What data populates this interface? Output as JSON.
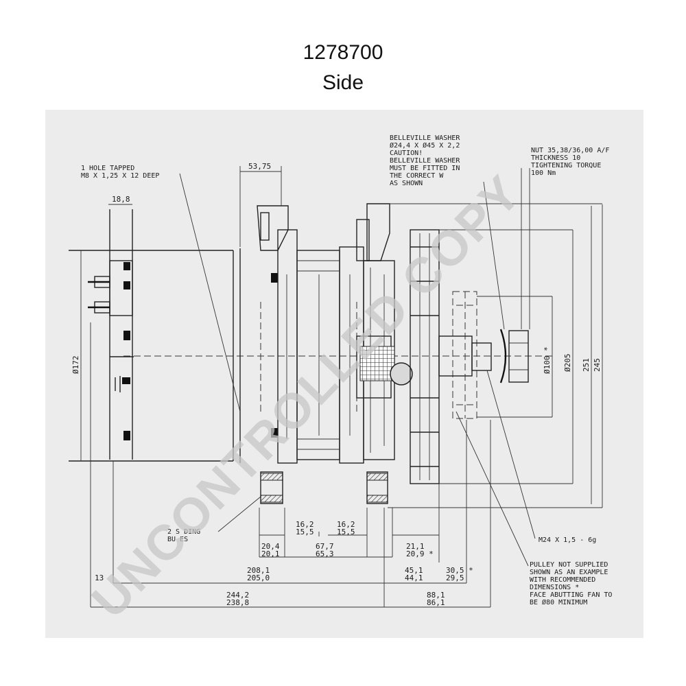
{
  "header": {
    "part_number": "1278700",
    "view": "Side"
  },
  "watermark": "UNCONTROLLED COPY",
  "callouts": {
    "hole_tapped_1": "1 HOLE TAPPED",
    "hole_tapped_2": "M8 X 1,25 X 12 DEEP",
    "washer_1": "BELLEVILLE WASHER",
    "washer_2": "Ø24,4 X Ø45 X 2,2",
    "washer_3": "CAUTION!",
    "washer_4": "BELLEVILLE WASHER",
    "washer_5": "MUST BE FITTED IN",
    "washer_6": "THE CORRECT W",
    "washer_7": "AS SHOWN",
    "nut_1": "NUT 35,38/36,00 A/F",
    "nut_2": "THICKNESS 10",
    "nut_3": "TIGHTENING TORQUE",
    "nut_4": "100 Nm",
    "bushes_1": "2 S  DING",
    "bushes_2": "BU  ES",
    "thread": "M24 X 1,5 - 6g",
    "pulley_1": "PULLEY NOT SUPPLIED",
    "pulley_2": "SHOWN AS AN EXAMPLE",
    "pulley_3": "WITH RECOMMENDED",
    "pulley_4": "DIMENSIONS *",
    "pulley_5": "FACE ABUTTING FAN TO",
    "pulley_6": "BE Ø80 MINIMUM"
  },
  "dimensions": {
    "top_53": "53,75",
    "top_18": "18,8",
    "dia_172": "Ø172",
    "dia_100": "Ø100 *",
    "dia_205": "Ø205",
    "d251": "251",
    "d245": "245",
    "d16a_1": "16,2",
    "d16a_2": "15,5",
    "d16b_1": "16,2",
    "d16b_2": "15,5",
    "d20_1": "20,4",
    "d20_2": "20,1",
    "d67_1": "67,7",
    "d67_2": "65,3",
    "d21_1": "21,1",
    "d21_2": "20,9 *",
    "d208_1": "208,1",
    "d208_2": "205,0",
    "d45_1": "45,1",
    "d45_2": "44,1",
    "d30_1": "30,5 *",
    "d30_2": "29,5",
    "d13": "13",
    "d244_1": "244,2",
    "d244_2": "238,8",
    "d88_1": "88,1",
    "d88_2": "86,1"
  }
}
